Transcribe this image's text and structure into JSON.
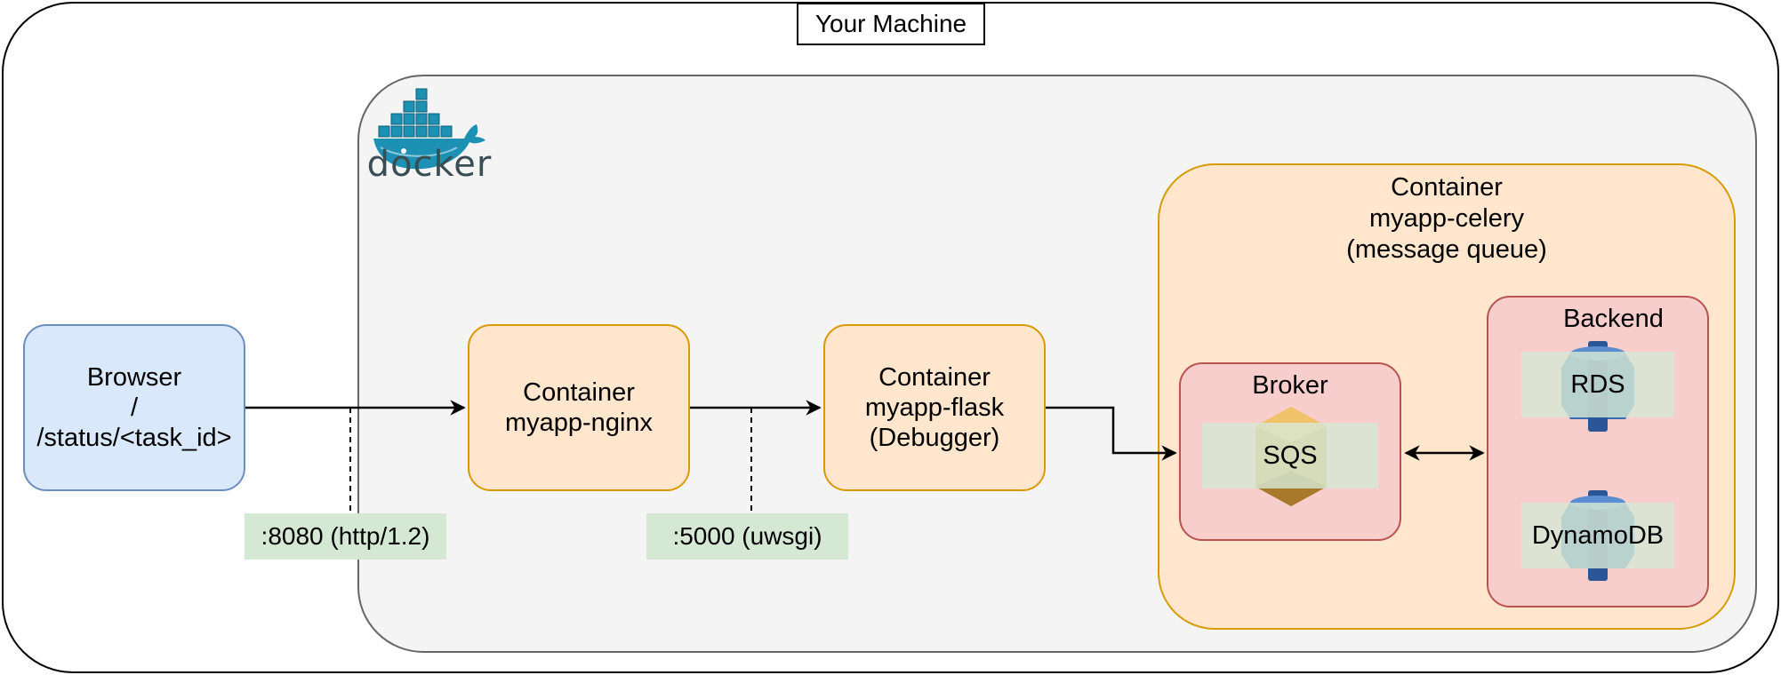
{
  "machine": {
    "title": "Your Machine"
  },
  "docker": {
    "wordmark": "docker",
    "logo_icon": "docker-whale-icon"
  },
  "nodes": {
    "browser": {
      "lines": [
        "Browser",
        "/",
        "/status/<task_id>"
      ]
    },
    "nginx": {
      "lines": [
        "Container",
        "myapp-nginx"
      ]
    },
    "flask": {
      "lines": [
        "Container",
        "myapp-flask",
        "(Debugger)"
      ]
    }
  },
  "celery": {
    "lines": [
      "Container",
      "myapp-celery",
      "(message queue)"
    ]
  },
  "broker": {
    "title": "Broker",
    "service": "SQS",
    "icon": "aws-sqs-icon"
  },
  "backend": {
    "title": "Backend",
    "services": [
      {
        "label": "RDS",
        "icon": "aws-rds-icon"
      },
      {
        "label": "DynamoDB",
        "icon": "aws-dynamodb-icon"
      }
    ]
  },
  "ports": {
    "nginx": ":8080 (http/1.2)",
    "flask": ":5000 (uwsgi)"
  },
  "colors": {
    "browser_fill": "#dae8fc",
    "container_fill": "#ffe6cc",
    "service_fill": "#f8cecc",
    "label_fill": "#d5e8d4",
    "docker_bg": "#f4f4f4",
    "docker_blue": "#1d91b4"
  }
}
